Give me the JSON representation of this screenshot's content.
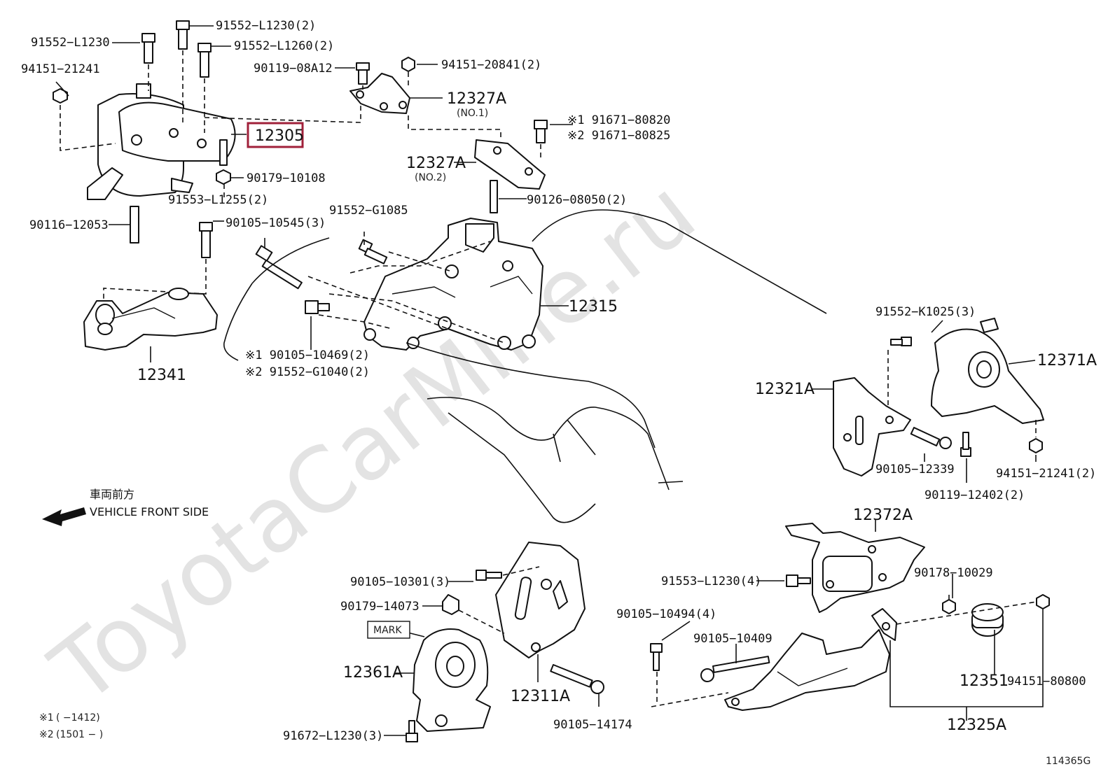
{
  "watermark": "ToyotaCarMine.ru",
  "diagram_id": "114365G",
  "direction": {
    "jp": "車両前方",
    "en": "VEHICLE FRONT SIDE"
  },
  "highlight": {
    "part_number": "12305",
    "color": "#a0203a"
  },
  "notes": [
    {
      "mark": "※1",
      "text": "(        −1412)"
    },
    {
      "mark": "※2",
      "text": "(1501 −        )"
    }
  ],
  "labels": {
    "l_91552_L1230": "91552−L1230",
    "l_91552_L1230_2": "91552−L1230(2)",
    "l_91552_L1260_2": "91552−L1260(2)",
    "l_94151_21241": "94151−21241",
    "l_90119_08A12": "90119−08A12",
    "l_94151_20841_2": "94151−20841(2)",
    "l_12327A_1": "12327A",
    "l_no1": "(NO.1)",
    "l_91671_80820": "※1 91671−80820",
    "l_91671_80825": "※2 91671−80825",
    "l_90179_10108": "90179−10108",
    "l_12327A_2": "12327A",
    "l_no2": "(NO.2)",
    "l_91553_L1255_2": "91553−L1255(2)",
    "l_90126_08050_2": "90126−08050(2)",
    "l_90116_12053": "90116−12053",
    "l_90105_10545_3": "90105−10545(3)",
    "l_91552_G1085": "91552−G1085",
    "l_12315": "12315",
    "l_12341": "12341",
    "l_90105_10469_2": "※1 90105−10469(2)",
    "l_91552_G1040_2": "※2 91552−G1040(2)",
    "l_91552_K1025_3": "91552−K1025(3)",
    "l_12371A": "12371A",
    "l_12321A": "12321A",
    "l_90105_12339": "90105−12339",
    "l_94151_21241_2": "94151−21241(2)",
    "l_90119_12402_2": "90119−12402(2)",
    "l_12372A": "12372A",
    "l_90105_10301_3": "90105−10301(3)",
    "l_90179_14073": "90179−14073",
    "l_mark": "MARK",
    "l_12361A": "12361A",
    "l_12311A": "12311A",
    "l_90105_14174": "90105−14174",
    "l_91672_L1230_3": "91672−L1230(3)",
    "l_91553_L1230_4": "91553−L1230(4)",
    "l_90178_10029": "90178−10029",
    "l_90105_10494_4": "90105−10494(4)",
    "l_90105_10409": "90105−10409",
    "l_12351": "12351",
    "l_94151_80800": "94151−80800",
    "l_12325A": "12325A"
  }
}
